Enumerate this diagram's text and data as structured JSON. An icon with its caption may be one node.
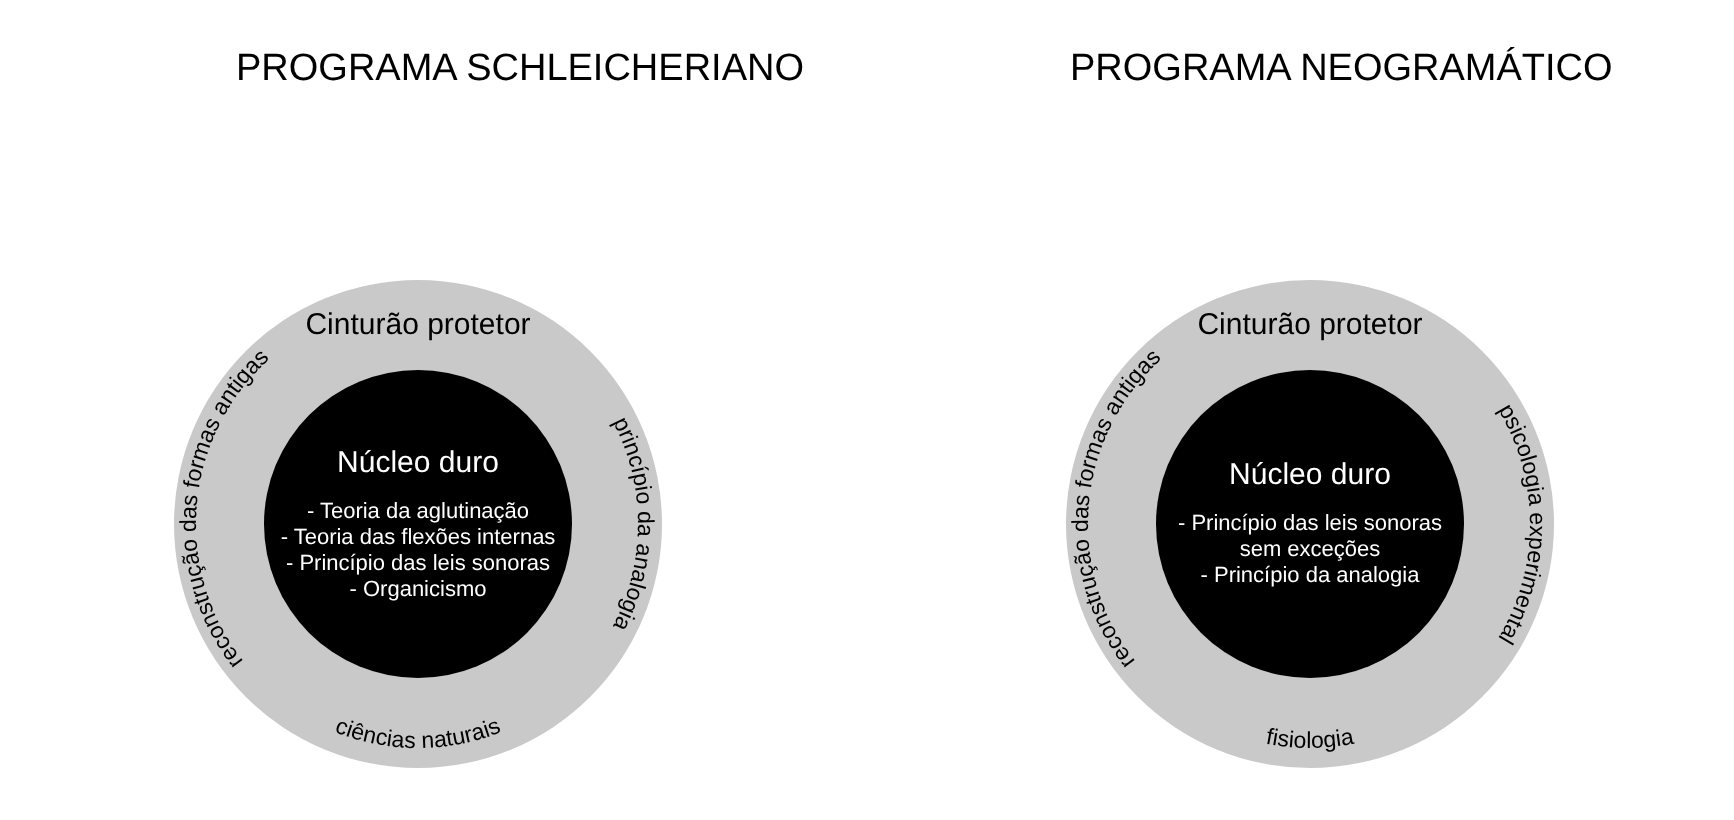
{
  "diagram": {
    "nodes": [
      {
        "text": [
          "Cinturão protetor",
          "reconstrução das formas antigas",
          "princípio da analogia",
          "ciências naturais"
        ]
      },
      {
        "text": [
          "Núcleo duro",
          "- Teoria da aglutinação",
          "- Teoria das flexões internas",
          "- Princípio das leis sonoras",
          "- Organicismo"
        ],
        "in": 0
      },
      {
        "text": [
          "Cinturão protetor",
          "reconstrução das formas antigas",
          "psicologia experimental",
          "fisiologia"
        ]
      },
      {
        "text": [
          "Núcleo duro",
          "- Princípio das leis sonoras sem exceções",
          "- Princípio da analogia"
        ],
        "in": 2
      }
    ],
    "labels": [
      "PROGRAMA SCHLEICHERIANO",
      "PROGRAMA NEOGRAMÁTICO"
    ]
  }
}
